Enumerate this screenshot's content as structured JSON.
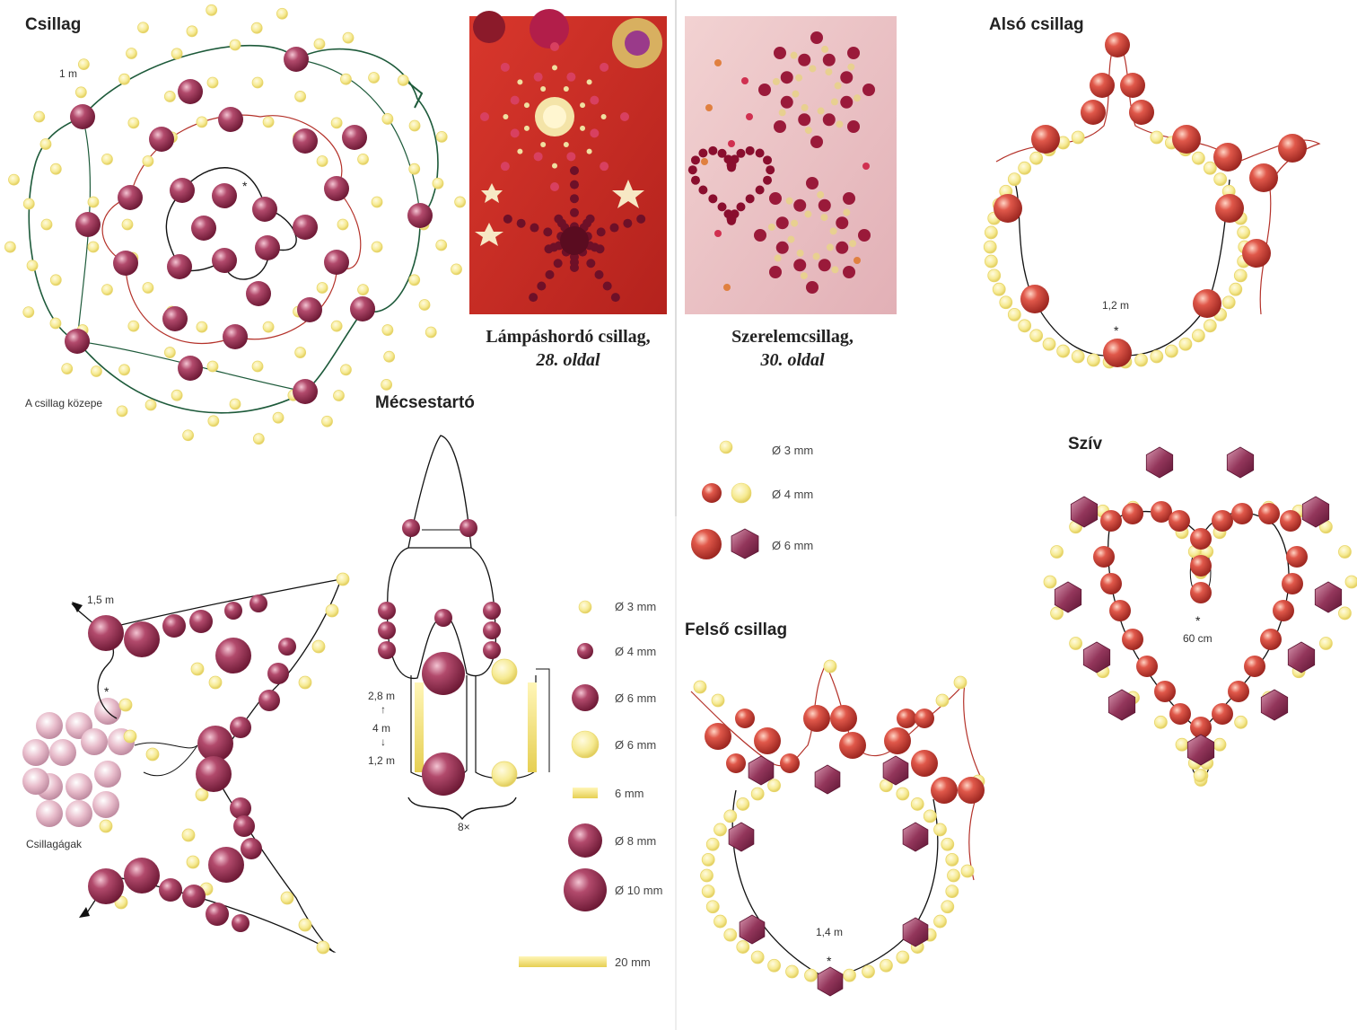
{
  "titles": {
    "csillag": "Csillag",
    "also_csillag": "Alsó csillag",
    "mecsestarto": "Mécsestartó",
    "felso_csillag": "Felső csillag",
    "sziv": "Szív"
  },
  "labels": {
    "csillag_thread": "1 m",
    "csillag_center": "A csillag közepe",
    "also_thread": "1,2 m",
    "mecses_arm_thread": "1,5 m",
    "csillagagak": "Csillagágak",
    "mecses_28": "2,8 m",
    "mecses_4": "4 m",
    "mecses_12": "1,2 m",
    "mecses_repeat": "8×",
    "felso_thread": "1,4 m",
    "sziv_thread": "60 cm",
    "asterisk": "*",
    "arrow_up": "↑",
    "arrow_down": "↓"
  },
  "captions": {
    "lampas_title": "Lámpáshordó csillag,",
    "lampas_page": "28. oldal",
    "szerelem_title": "Szerelemcsillag,",
    "szerelem_page": "30. oldal"
  },
  "legend_left": [
    {
      "label": "Ø 3 mm"
    },
    {
      "label": "Ø 4 mm"
    },
    {
      "label": "Ø 6 mm"
    },
    {
      "label": "Ø 6 mm"
    },
    {
      "label": "6 mm"
    },
    {
      "label": "Ø 8 mm"
    },
    {
      "label": "Ø 10 mm"
    },
    {
      "label": "20 mm"
    }
  ],
  "legend_right": [
    {
      "label": "Ø 3 mm"
    },
    {
      "label": "Ø 4 mm"
    },
    {
      "label": "Ø 6 mm"
    }
  ],
  "colors": {
    "pearl": "#8b2a4a",
    "red_bead": "#c9443a",
    "seed_bead": "#f0e27a",
    "thread_dark": "#111111",
    "thread_green": "#1d5a3a",
    "thread_red": "#b4322a",
    "photo1_bg": "#c8302a",
    "photo2_bg": "#eac3c6"
  }
}
